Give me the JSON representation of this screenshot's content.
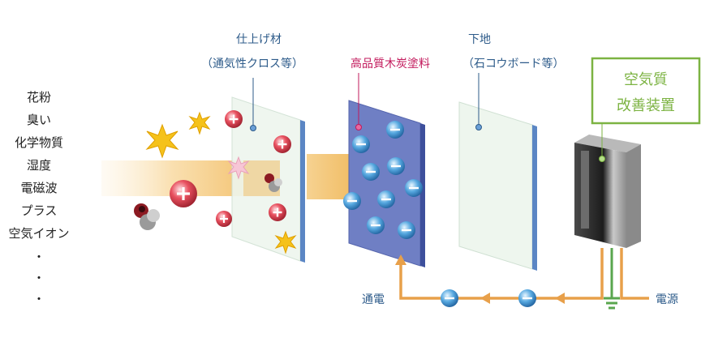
{
  "left_list": [
    "花粉",
    "臭い",
    "化学物質",
    "湿度",
    "電磁波",
    "プラス",
    "空気イオン",
    "・",
    "・",
    "・"
  ],
  "labels": {
    "finish_material_1": "仕上げ材",
    "finish_material_2": "（通気性クロス等）",
    "charcoal_paint": "高品質木炭塗料",
    "substrate_1": "下地",
    "substrate_2": "（石コウボード等）",
    "device_1": "空気質",
    "device_2": "改善装置",
    "energize": "通電",
    "power": "電源"
  },
  "colors": {
    "label_blue": "#2d5b8a",
    "label_magenta": "#c2185b",
    "device_green": "#7cb342",
    "wire_orange": "#e8a04a",
    "ground_green": "#5aa64e",
    "charcoal_panel": "#6f7fc4"
  }
}
